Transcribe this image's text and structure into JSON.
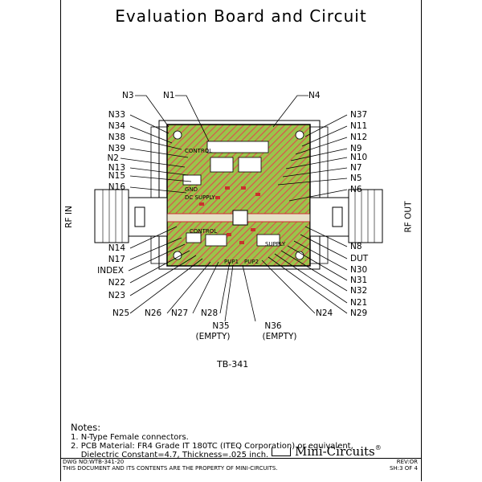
{
  "title": "Evaluation Board and Circuit",
  "labels": {
    "n1": "N1",
    "n3": "N3",
    "n4": "N4",
    "n33": "N33",
    "n34": "N34",
    "n38": "N38",
    "n39": "N39",
    "n2": "N2",
    "n13": "N13",
    "n15": "N15",
    "n16": "N16",
    "n37": "N37",
    "n11": "N11",
    "n12": "N12",
    "n9": "N9",
    "n10": "N10",
    "n7": "N7",
    "n5": "N5",
    "n6": "N6",
    "n14": "N14",
    "n17": "N17",
    "index": "INDEX",
    "n22": "N22",
    "n23": "N23",
    "n25": "N25",
    "n26": "N26",
    "n27": "N27",
    "n28": "N28",
    "n8": "N8",
    "dut": "DUT",
    "n30": "N30",
    "n31": "N31",
    "n32": "N32",
    "n21": "N21",
    "n29": "N29",
    "n24": "N24",
    "n35": "N35",
    "n36": "N36",
    "empty1": "(EMPTY)",
    "empty2": "(EMPTY)",
    "rf_in": "RF IN",
    "rf_out": "RF OUT"
  },
  "board_silkscreen": {
    "control_top": "CONTROL",
    "gnd": "GND",
    "dc_supply": "DC SUPPLY",
    "control_bottom": "CONTROL",
    "supply": "SUPPLY",
    "pup1": "PUP1",
    "pup2": "PUP2"
  },
  "board_id": "TB-341",
  "notes": {
    "heading": "Notes:",
    "items": [
      "1. N-Type Female connectors.",
      "2. PCB Material: FR4 Grade IT 180TC (ITEQ Corporation) or equivalent,",
      "    Dielectric Constant=4.7, Thickness=.025 inch."
    ]
  },
  "footer": {
    "dwg_no": "DWG NO:WTB-341-20",
    "property": "THIS DOCUMENT AND ITS CONTENTS ARE THE PROPERTY OF MINI-CIRCUITS.",
    "rev": "REV:OR",
    "sheet": "SH:3 OF 4"
  },
  "logo": "Mini-Circuits",
  "logo_mark": "®",
  "colors": {
    "board_green": "#8db83a",
    "trace_red": "#c8322c",
    "hatch": "#d9534f"
  }
}
